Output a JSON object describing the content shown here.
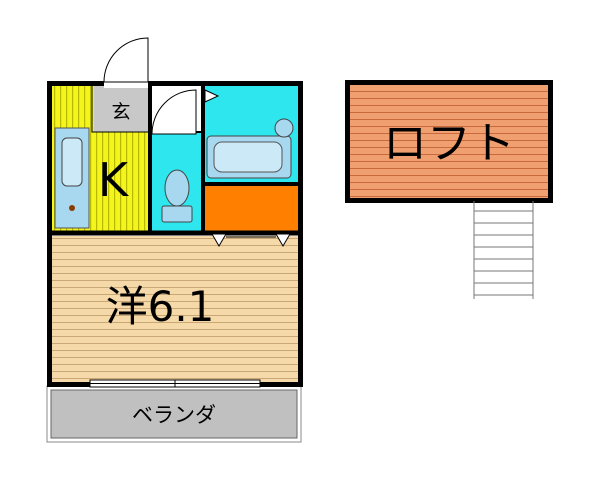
{
  "rooms": {
    "entrance": {
      "label": "玄"
    },
    "kitchen": {
      "label": "K"
    },
    "western_room": {
      "label": "洋6.1"
    },
    "balcony": {
      "label": "ベランダ"
    },
    "loft": {
      "label": "ロフト"
    }
  },
  "colors": {
    "wall": "#000000",
    "kitchen_floor": "#f5f51e",
    "kitchen_stripe": "#b8b800",
    "entrance_floor": "#c8c8c8",
    "wet_area": "#2ee6ee",
    "fixture": "#a8d8f0",
    "closet": "#ff8000",
    "room_floor": "#f5d9a8",
    "room_stripe": "#c9a878",
    "balcony": "#c0c0c0",
    "loft_floor": "#f0a070",
    "loft_stripe": "#c86a3c"
  }
}
